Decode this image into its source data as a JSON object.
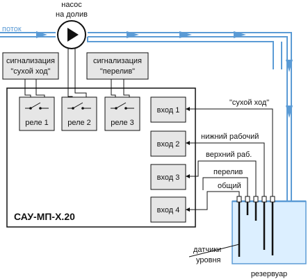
{
  "pump": {
    "label_line1": "насос",
    "label_line2": "на долив"
  },
  "flow": {
    "label": "поток",
    "color": "#5b9bd5"
  },
  "alarm_dry": {
    "line1": "сигнализация",
    "line2": "\"сухой ход\""
  },
  "alarm_overflow": {
    "line1": "сигнализация",
    "line2": "\"перелив\""
  },
  "relays": [
    {
      "label": "реле 1"
    },
    {
      "label": "реле 2"
    },
    {
      "label": "реле 3"
    }
  ],
  "inputs": [
    {
      "label": "вход 1"
    },
    {
      "label": "вход 2"
    },
    {
      "label": "вход 3"
    },
    {
      "label": "вход 4"
    }
  ],
  "controller": {
    "model": "САУ-МП-Х.20"
  },
  "sensors": {
    "dry_run": "\"сухой ход\"",
    "lower_work": "нижний рабочий",
    "upper_work": "верхний раб.",
    "overflow": "перелив",
    "common": "общий"
  },
  "sensor_label": {
    "line1": "датчики",
    "line2": "уровня"
  },
  "tank": {
    "label": "резервуар",
    "water_color": "#dcefff",
    "edge_color": "#5b9bd5"
  },
  "colors": {
    "box_fill": "#e6e6e6",
    "line": "#111111"
  }
}
